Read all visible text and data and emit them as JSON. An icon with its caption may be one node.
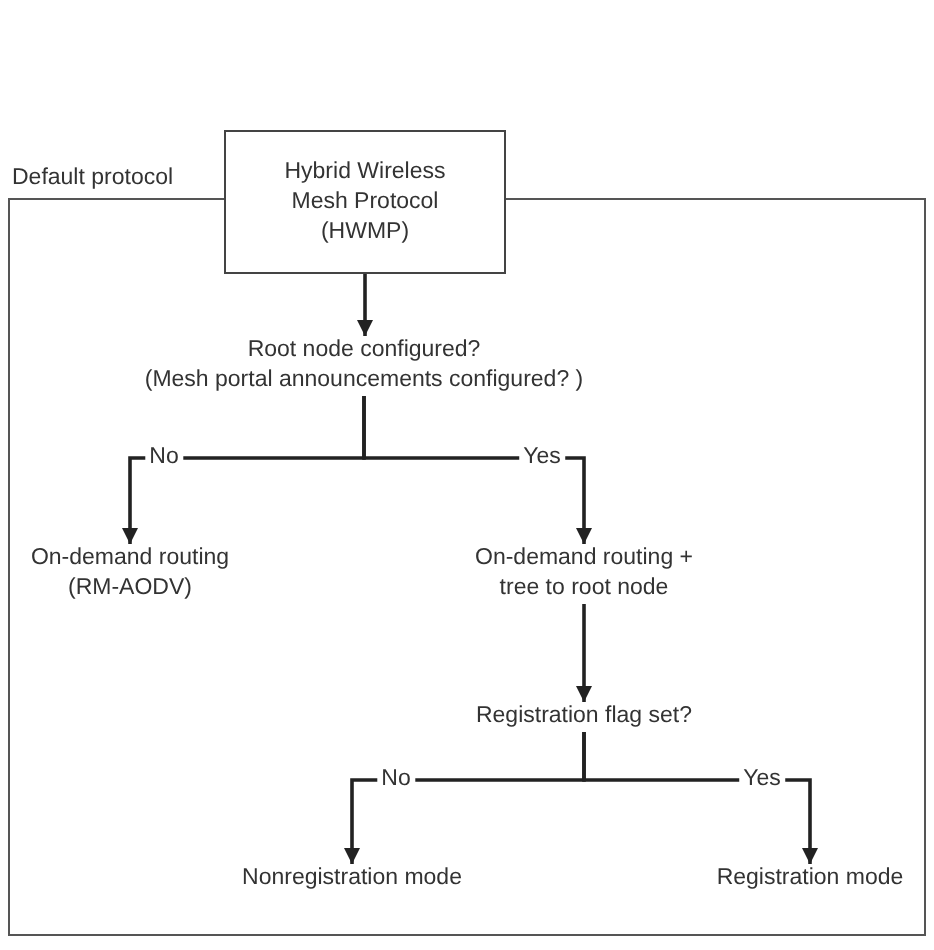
{
  "diagram": {
    "nodes": [
      {
        "text": [
          "Default protocol"
        ]
      },
      {
        "text": [
          "Hybrid Wireless Mesh Protocol (HWMP)"
        ]
      },
      {
        "text": [
          "Root node configured?",
          "(Mesh portal announcements configured? )"
        ],
        "in": 0
      },
      {
        "text": [
          "On-demand routing (RM-AODV)"
        ],
        "in": 0
      },
      {
        "text": [
          "On-demand routing + tree to root node"
        ],
        "in": 0
      },
      {
        "text": [
          "Registration flag set?"
        ],
        "in": 0
      },
      {
        "text": [
          "Nonregistration mode"
        ],
        "in": 0
      },
      {
        "text": [
          "Registration mode"
        ],
        "in": 0
      }
    ],
    "edges": [
      {
        "from": 1,
        "to": 2,
        "arrow": "to"
      },
      {
        "from": 2,
        "to": 3,
        "label": "No",
        "arrow": "to"
      },
      {
        "from": 2,
        "to": 4,
        "label": "Yes",
        "arrow": "to"
      },
      {
        "from": 4,
        "to": 5,
        "arrow": "to"
      },
      {
        "from": 5,
        "to": 6,
        "label": "No",
        "arrow": "to"
      },
      {
        "from": 5,
        "to": 7,
        "label": "Yes",
        "arrow": "to"
      }
    ]
  }
}
